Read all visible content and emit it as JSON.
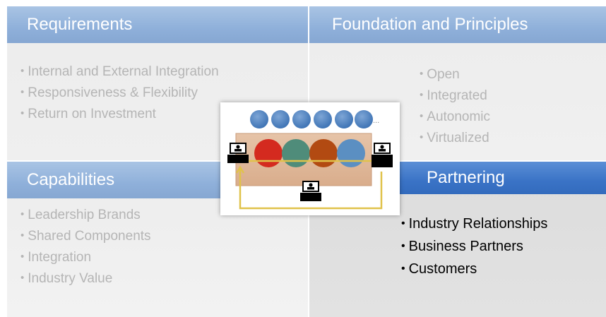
{
  "quadrants": {
    "requirements": {
      "title": "Requirements",
      "items": [
        "Internal and External Integration",
        "Responsiveness & Flexibility",
        "Return on Investment"
      ]
    },
    "foundation": {
      "title": "Foundation and Principles",
      "items": [
        "Open",
        "Integrated",
        "Autonomic",
        "Virtualized"
      ]
    },
    "capabilities": {
      "title": "Capabilities",
      "items": [
        "Leadership Brands",
        "Shared Components",
        "Integration",
        "Industry Value"
      ]
    },
    "partnering": {
      "title": "Partnering",
      "items": [
        "Industry Relationships",
        "Business Partners",
        "Customers"
      ]
    }
  },
  "center_diagram": {
    "ellipsis": "...",
    "top_circle_color": "#4a7fbf",
    "panel_color": "#e0b999",
    "core_circle_colors": [
      "#d42a1f",
      "#4f8c7a",
      "#b24a12",
      "#5b8fc2"
    ],
    "flow_line_color": "#e0c24a",
    "user_icons": [
      "person-icon-left",
      "person-icon-right",
      "person-icon-bottom"
    ]
  }
}
